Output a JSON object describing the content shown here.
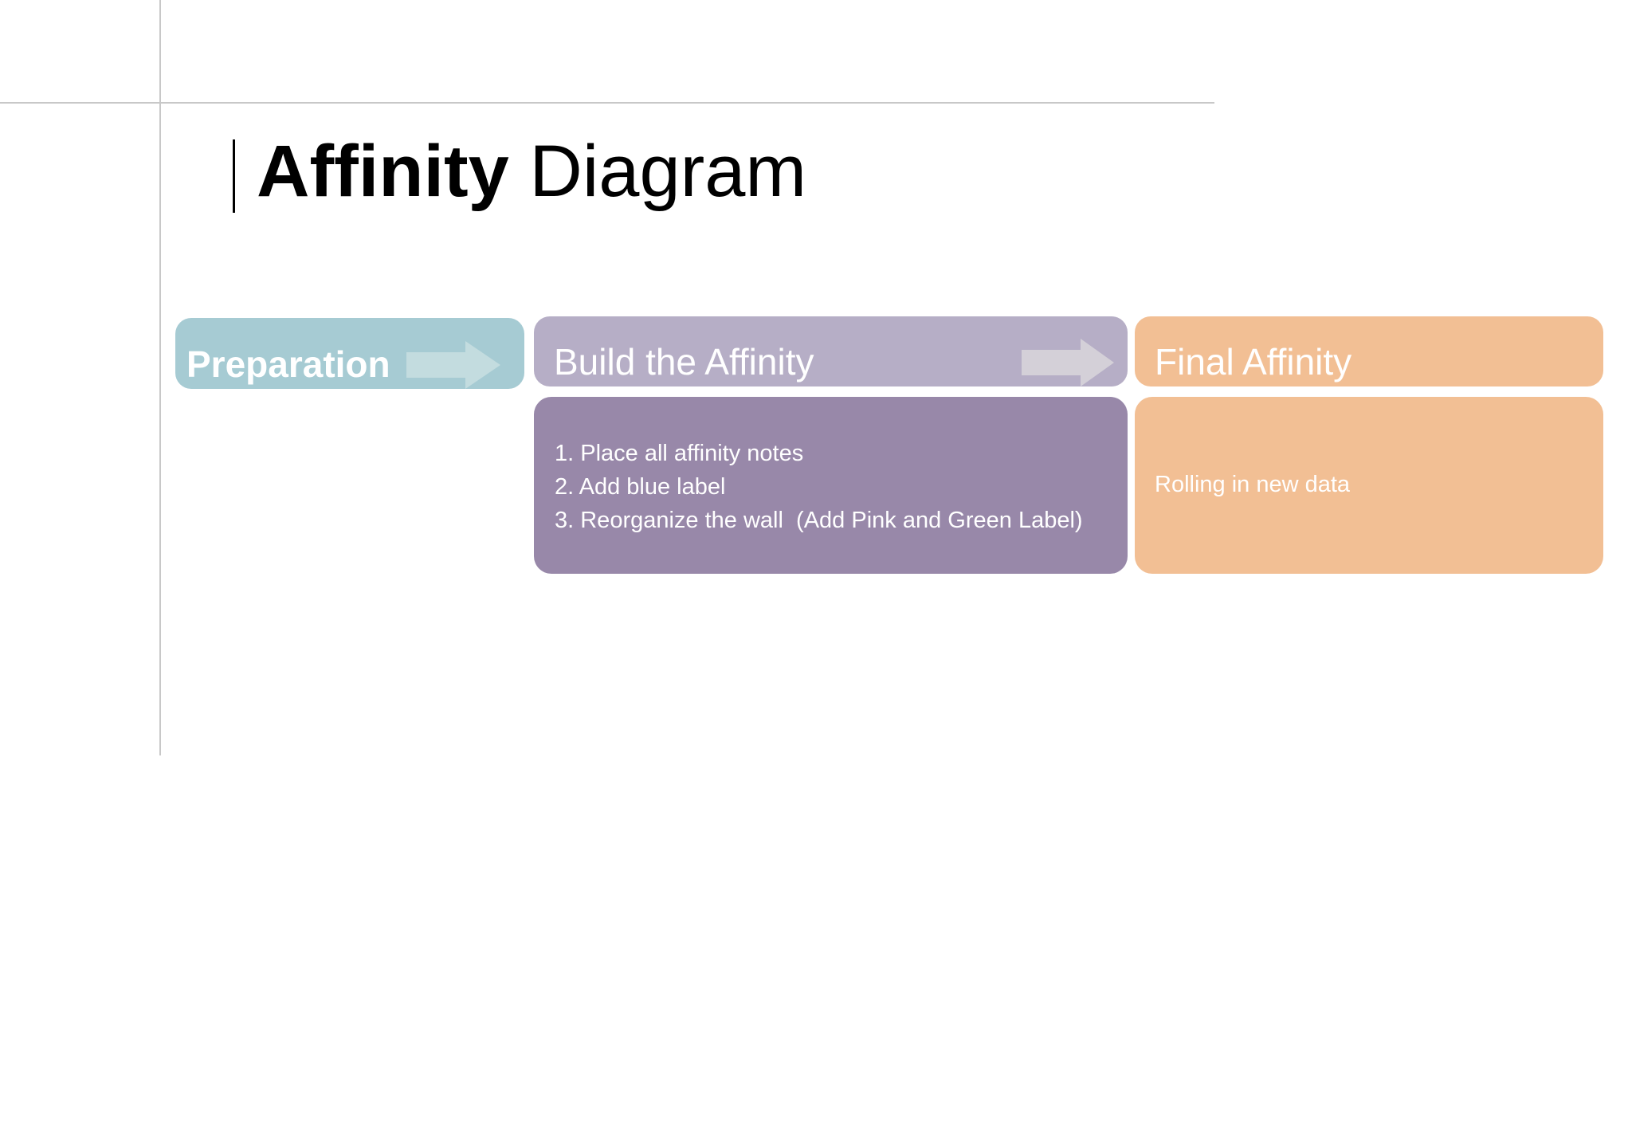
{
  "title": {
    "bold": "Affinity",
    "regular": "Diagram"
  },
  "stages": {
    "preparation": {
      "label": "Preparation",
      "color": "#a6cbd3"
    },
    "build": {
      "label": "Build the Affinity",
      "color": "#b6aec6",
      "body_color": "#9888a9",
      "steps": [
        "1. Place all affinity notes",
        "2. Add blue label",
        "3. Reorganize the wall  (Add Pink and Green Label)"
      ]
    },
    "final": {
      "label": "Final Affinity",
      "color": "#f2bf94",
      "body_text": "Rolling in new data"
    }
  },
  "arrows": [
    "arrow-right-icon",
    "arrow-right-icon"
  ]
}
